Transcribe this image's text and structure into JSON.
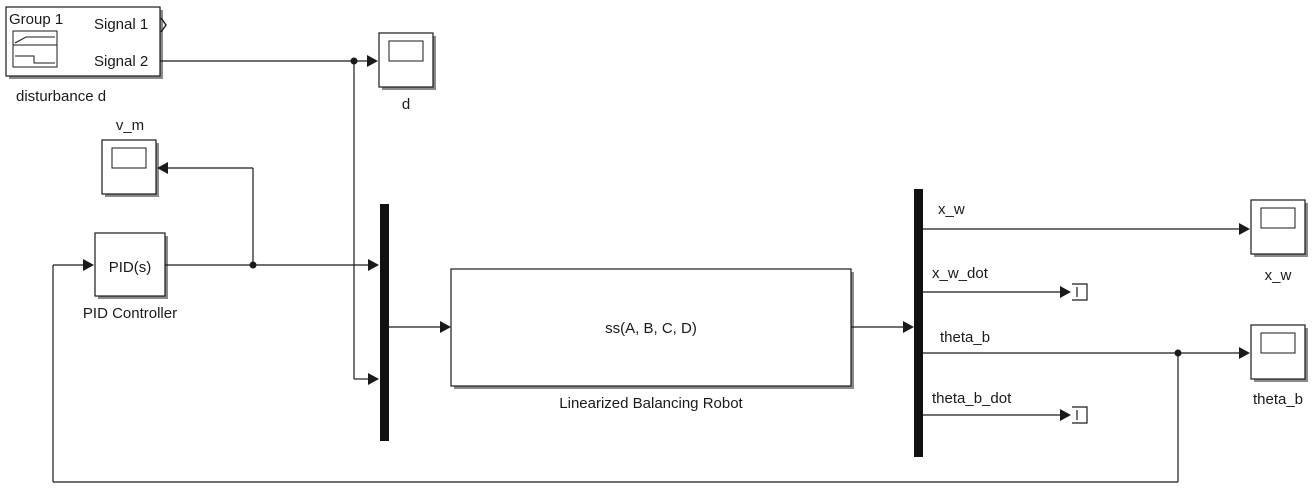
{
  "diagram": {
    "blocks": {
      "signal_builder": {
        "group": "Group 1",
        "signal_1": "Signal 1",
        "signal_2": "Signal 2",
        "name": "disturbance d"
      },
      "scope_d": {
        "name": "d"
      },
      "scope_vm": {
        "name": "v_m"
      },
      "pid": {
        "text": "PID(s)",
        "name": "PID Controller"
      },
      "plant": {
        "text": "ss(A, B, C, D)",
        "name": "Linearized Balancing Robot"
      },
      "scope_xw": {
        "name": "x_w"
      },
      "scope_thetab": {
        "name": "theta_b"
      }
    },
    "signals": {
      "x_w": "x_w",
      "x_w_dot": "x_w_dot",
      "theta_b": "theta_b",
      "theta_b_dot": "theta_b_dot"
    }
  }
}
